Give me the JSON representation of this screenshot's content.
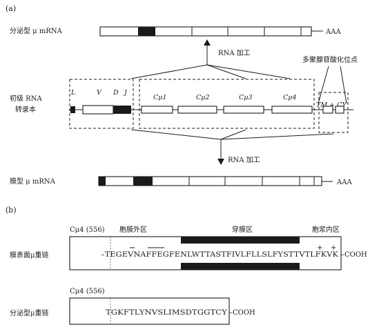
{
  "panels": {
    "a": "(a)",
    "b": "(b)"
  },
  "panel_a": {
    "secreted_mrna_label": "分泌型 μ mRNA",
    "poly_a": "AAA",
    "rna_processing_top": "RNA 加工",
    "polyadenylation_sites": "多聚腺苷酸化位点",
    "primary_transcript_label_1": "初级 RNA",
    "primary_transcript_label_2": "转录本",
    "segments": {
      "L": "L",
      "V": "V",
      "D": "D",
      "J": "J",
      "c1": "Cμ1",
      "c2": "Cμ2",
      "c3": "Cμ3",
      "c4": "Cμ4",
      "tm_cy": "TM + CY"
    },
    "rna_processing_bottom": "RNA 加工",
    "membrane_mrna_label": "膜型 μ mRNA",
    "poly_a_bottom": "AAA"
  },
  "panel_b": {
    "membrane_chain": {
      "position_label": "Cμ4 (556)",
      "extracellular": "胞膜外区",
      "transmembrane": "穿膜区",
      "cytoplasmic": "胞浆内区",
      "chain_label": "膜表面μ重链",
      "sequence": "–TEGEVNAFFEGFENLWTTASTFIVLFLLSLFYSTTVTLFKVK",
      "cooh": "–COOH",
      "charges": [
        "+",
        "+"
      ]
    },
    "secreted_chain": {
      "position_label": "Cμ4 (556)",
      "chain_label": "分泌型μ重链",
      "sequence": "TGKFTLYNVSLIMSDTGGTCY",
      "cooh": "–COOH"
    }
  }
}
